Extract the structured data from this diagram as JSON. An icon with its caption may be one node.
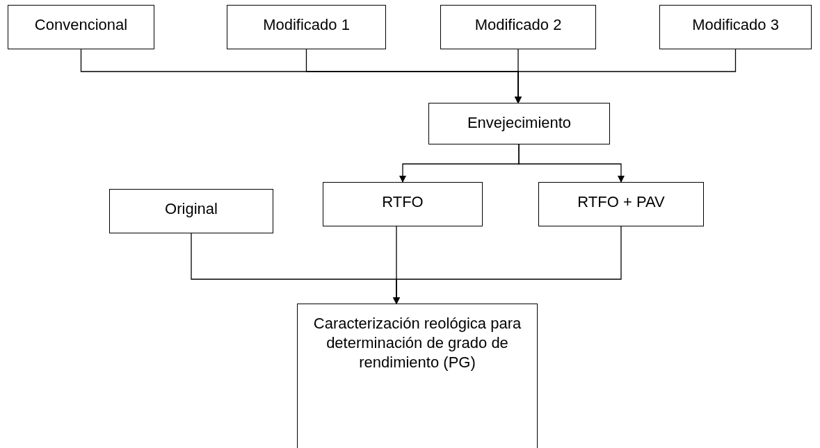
{
  "diagram": {
    "nodes": [
      {
        "text": [
          "Convencional"
        ]
      },
      {
        "text": [
          "Modificado 1"
        ]
      },
      {
        "text": [
          "Modificado 2"
        ]
      },
      {
        "text": [
          "Modificado 3"
        ]
      },
      {
        "text": [
          "Envejecimiento"
        ]
      },
      {
        "text": [
          "Original"
        ]
      },
      {
        "text": [
          "RTFO"
        ]
      },
      {
        "text": [
          "RTFO + PAV"
        ]
      },
      {
        "text": [
          "Caracterización reológica para determinación de grado de rendimiento (PG)"
        ]
      }
    ],
    "edges": [
      {
        "from": 0,
        "to": 4,
        "arrow": "to"
      },
      {
        "from": 1,
        "to": 4,
        "arrow": "to"
      },
      {
        "from": 2,
        "to": 4,
        "arrow": "to"
      },
      {
        "from": 3,
        "to": 4,
        "arrow": "to"
      },
      {
        "from": 4,
        "to": 6,
        "arrow": "to"
      },
      {
        "from": 4,
        "to": 7,
        "arrow": "to"
      },
      {
        "from": 5,
        "to": 8,
        "arrow": "to"
      },
      {
        "from": 6,
        "to": 8,
        "arrow": "to"
      },
      {
        "from": 7,
        "to": 8,
        "arrow": "to"
      }
    ]
  }
}
